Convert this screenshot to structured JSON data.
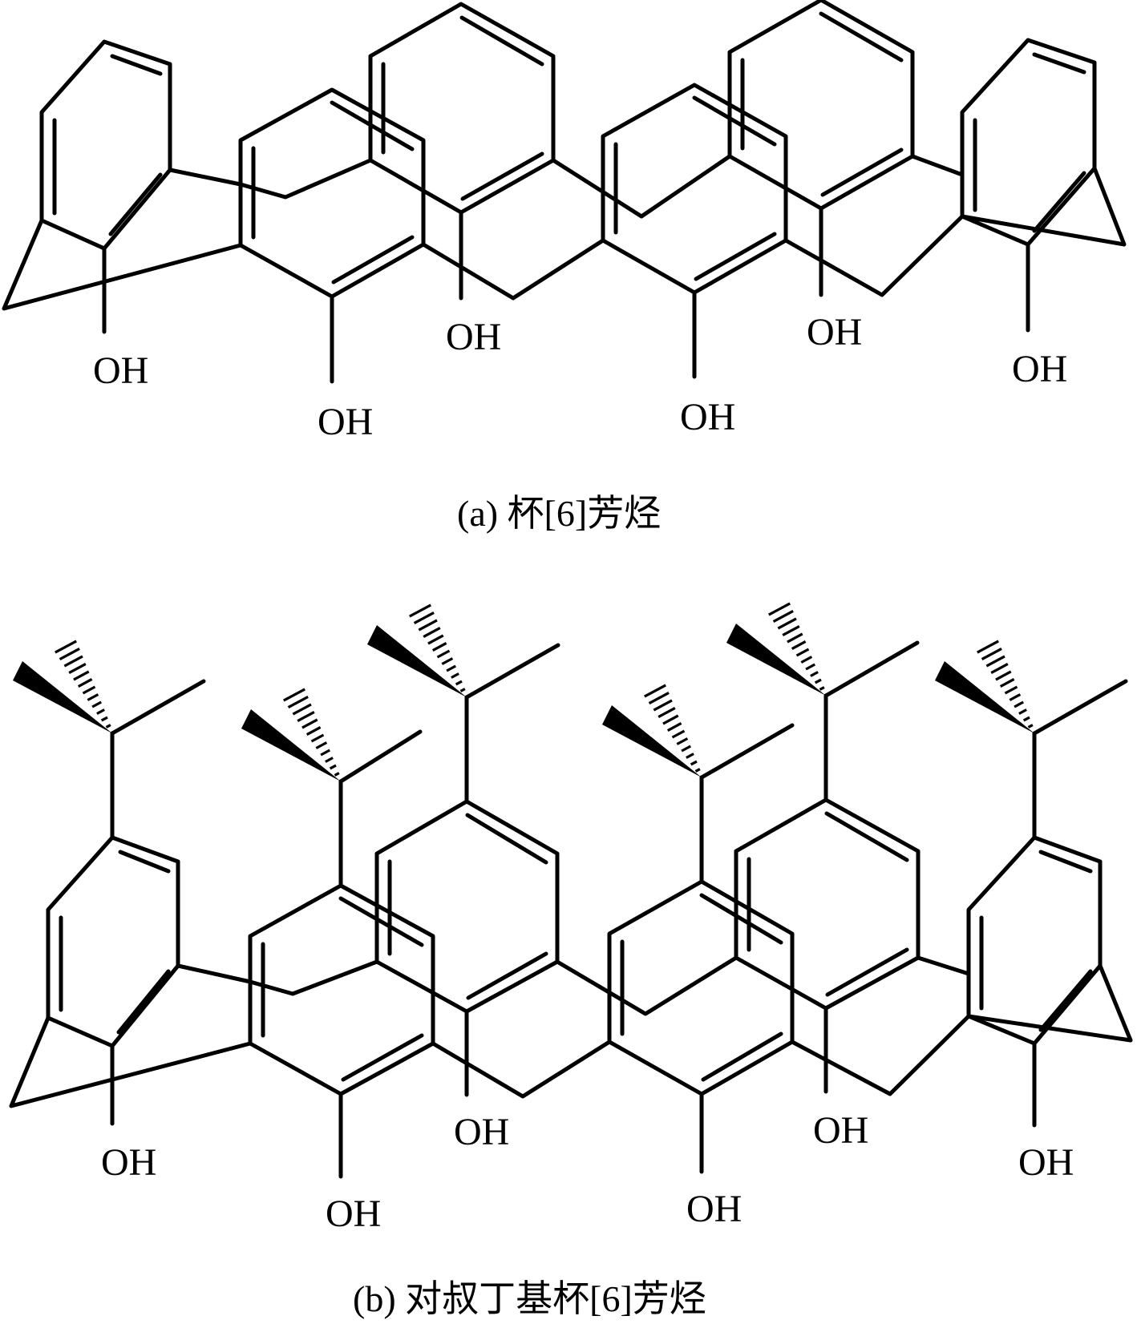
{
  "figure": {
    "panel_a": {
      "caption": "(a) 杯[6]芳烃",
      "hydroxyl_labels": [
        "OH",
        "OH",
        "OH",
        "OH",
        "OH",
        "OH"
      ]
    },
    "panel_b": {
      "caption": "(b) 对叔丁基杯[6]芳烃",
      "hydroxyl_labels": [
        "OH",
        "OH",
        "OH",
        "OH",
        "OH",
        "OH"
      ]
    },
    "colors": {
      "ink": "#000000",
      "background": "#ffffff"
    }
  }
}
